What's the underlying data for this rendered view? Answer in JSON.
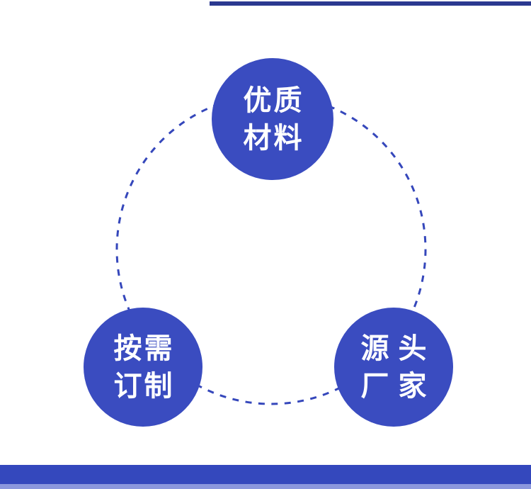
{
  "diagram": {
    "nodes": [
      {
        "name": "quality-materials",
        "line1": "优质",
        "line2": "材料"
      },
      {
        "name": "custom-order",
        "line1": "按需",
        "line2": "订制"
      },
      {
        "name": "source-factory",
        "line1": "源头",
        "line2": "厂家"
      }
    ],
    "colors": {
      "background": "#ffffff",
      "circle_fill": "#3a4cc0",
      "ring_stroke": "#3547bb",
      "text": "#ffffff",
      "top_line": "#2b3990",
      "bottom_bar": "#3448bd",
      "bottom_strip": "#8b97dd"
    }
  }
}
